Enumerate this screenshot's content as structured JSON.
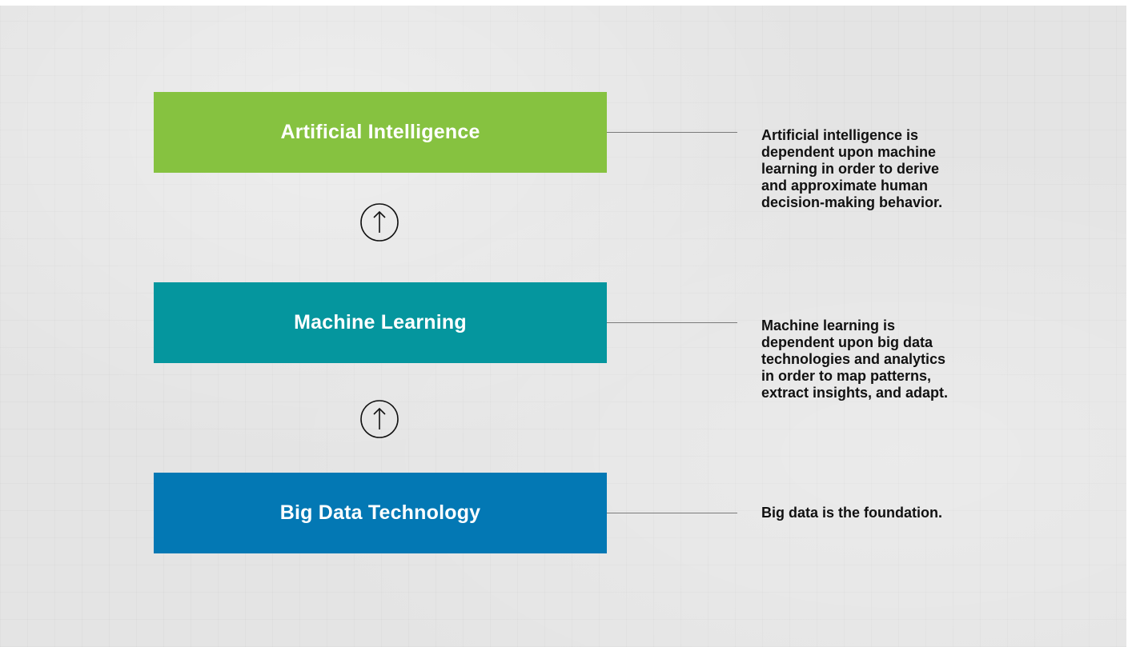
{
  "layers": [
    {
      "key": "ai",
      "label": "Artificial Intelligence",
      "color": "#86c240",
      "description": "Artificial intelligence is\ndependent upon machine\nlearning in order to derive\nand approximate human\ndecision-making behavior."
    },
    {
      "key": "ml",
      "label": "Machine Learning",
      "color": "#05969e",
      "description": "Machine learning is\ndependent upon big data\ntechnologies and analytics\nin order to map patterns,\nextract insights, and adapt."
    },
    {
      "key": "bd",
      "label": "Big Data Technology",
      "color": "#0378b4",
      "description": "Big data is the foundation."
    }
  ],
  "arrows": [
    {
      "icon": "up-arrow-circle-icon"
    },
    {
      "icon": "up-arrow-circle-icon"
    }
  ],
  "background_color": "#e4e4e4"
}
